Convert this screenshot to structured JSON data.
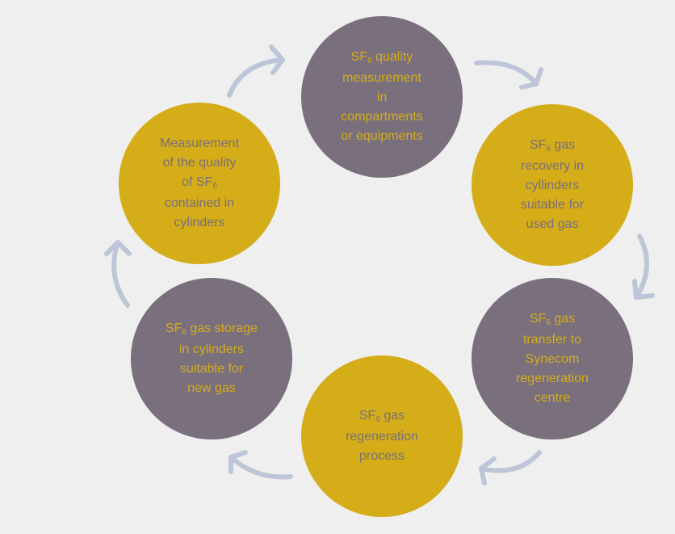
{
  "diagram": {
    "colors": {
      "background": "#efefef",
      "gold": "#d4ad19",
      "grey": "#7a6f7c",
      "arrow": "#bcc6d8"
    },
    "arrow_direction": "clockwise",
    "nodes": [
      {
        "id": "n1",
        "fill": "grey",
        "lines": [
          {
            "parts": [
              {
                "t": "SF"
              },
              {
                "t": "6",
                "sub": true
              },
              {
                "t": " quality"
              }
            ]
          },
          {
            "parts": [
              {
                "t": "measurement"
              }
            ]
          },
          {
            "parts": [
              {
                "t": "in"
              }
            ]
          },
          {
            "parts": [
              {
                "t": "compartments"
              }
            ]
          },
          {
            "parts": [
              {
                "t": "or equipments"
              }
            ]
          }
        ]
      },
      {
        "id": "n2",
        "fill": "gold",
        "lines": [
          {
            "parts": [
              {
                "t": "SF"
              },
              {
                "t": "6",
                "sub": true
              },
              {
                "t": " gas"
              }
            ]
          },
          {
            "parts": [
              {
                "t": "recovery in"
              }
            ]
          },
          {
            "parts": [
              {
                "t": "cyllinders"
              }
            ]
          },
          {
            "parts": [
              {
                "t": "suitable for"
              }
            ]
          },
          {
            "parts": [
              {
                "t": "used gas"
              }
            ]
          }
        ]
      },
      {
        "id": "n3",
        "fill": "grey",
        "lines": [
          {
            "parts": [
              {
                "t": "SF"
              },
              {
                "t": "6",
                "sub": true
              },
              {
                "t": " gas"
              }
            ]
          },
          {
            "parts": [
              {
                "t": "transfer to"
              }
            ]
          },
          {
            "parts": [
              {
                "t": "Synecom"
              }
            ]
          },
          {
            "parts": [
              {
                "t": "regeneration"
              }
            ]
          },
          {
            "parts": [
              {
                "t": "centre"
              }
            ]
          }
        ]
      },
      {
        "id": "n4",
        "fill": "gold",
        "lines": [
          {
            "parts": [
              {
                "t": "SF"
              },
              {
                "t": "6",
                "sub": true
              },
              {
                "t": " gas"
              }
            ]
          },
          {
            "parts": [
              {
                "t": "regeneration"
              }
            ]
          },
          {
            "parts": [
              {
                "t": "process"
              }
            ]
          }
        ]
      },
      {
        "id": "n5",
        "fill": "grey",
        "lines": [
          {
            "parts": [
              {
                "t": "SF"
              },
              {
                "t": "6",
                "sub": true
              },
              {
                "t": " gas storage"
              }
            ]
          },
          {
            "parts": [
              {
                "t": "in cylinders"
              }
            ]
          },
          {
            "parts": [
              {
                "t": "suitable for"
              }
            ]
          },
          {
            "parts": [
              {
                "t": "new gas"
              }
            ]
          }
        ]
      },
      {
        "id": "n6",
        "fill": "gold",
        "lines": [
          {
            "parts": [
              {
                "t": "Measurement"
              }
            ]
          },
          {
            "parts": [
              {
                "t": "of the quality"
              }
            ]
          },
          {
            "parts": [
              {
                "t": "of  SF"
              },
              {
                "t": "6",
                "sub": true
              }
            ]
          },
          {
            "parts": [
              {
                "t": "contained in"
              }
            ]
          },
          {
            "parts": [
              {
                "t": "cylinders"
              }
            ]
          }
        ]
      }
    ]
  }
}
